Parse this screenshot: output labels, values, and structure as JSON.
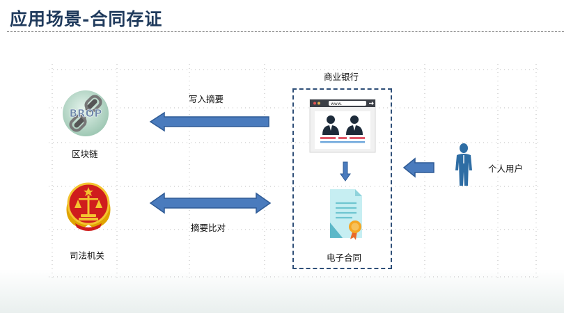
{
  "slide": {
    "title": "应用场景-合同存证"
  },
  "nodes": {
    "blockchain": {
      "label": "区块链",
      "logo_text": "BROP"
    },
    "judiciary": {
      "label": "司法机关"
    },
    "bank": {
      "label": "商业银行",
      "browser_url": "www."
    },
    "contract": {
      "label": "电子合同"
    },
    "user": {
      "label": "个人用户"
    }
  },
  "edges": {
    "write_digest": {
      "label": "写入摘要"
    },
    "compare_digest": {
      "label": "摘要比对"
    }
  },
  "colors": {
    "title": "#1f3a5c",
    "arrow_fill": "#4a7bbd",
    "arrow_stroke": "#2f5b95",
    "box_border": "#2f4f78",
    "person": "#2e6da4",
    "emblem_red": "#cf1d1d",
    "emblem_gold": "#f4c430"
  }
}
